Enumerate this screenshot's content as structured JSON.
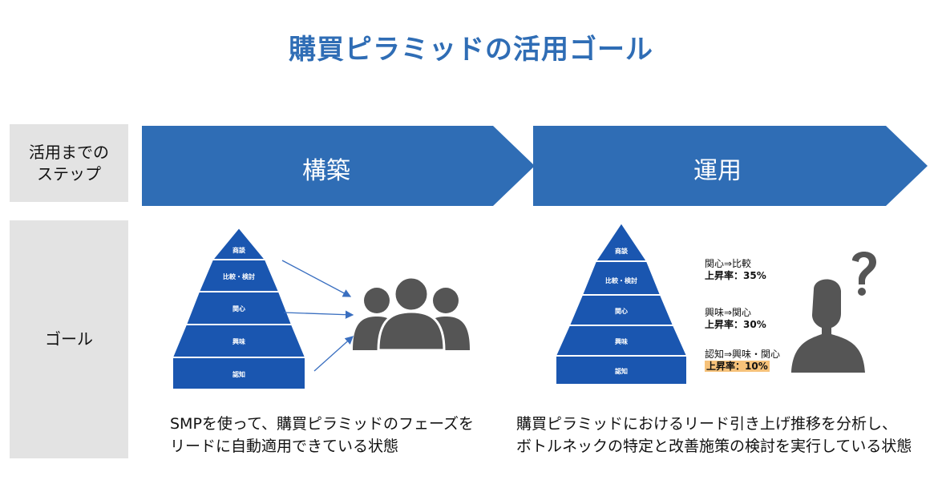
{
  "title": "購買ピラミッドの活用ゴール",
  "rows": {
    "steps_label_line1": "活用までの",
    "steps_label_line2": "ステップ",
    "goal_label": "ゴール"
  },
  "steps": [
    {
      "label": "構築"
    },
    {
      "label": "運用"
    }
  ],
  "pyramid_levels": [
    "商談",
    "比較・検討",
    "関心",
    "興味",
    "認知"
  ],
  "goals": {
    "build_line1": "SMPを使って、購買ピラミッドのフェーズを",
    "build_line2": "リードに自動適用できている状態",
    "operate_line1": "購買ピラミッドにおけるリード引き上げ推移を分析し、",
    "operate_line2": "ボトルネックの特定と改善施策の検討を実行している状態"
  },
  "conversions": [
    {
      "stage": "関心⇒比較",
      "rate": "上昇率：35%"
    },
    {
      "stage": "興味⇒関心",
      "rate": "上昇率：30%"
    },
    {
      "stage": "認知⇒興味・関心",
      "rate": "上昇率：10%"
    }
  ],
  "colors": {
    "accent": "#2f6db5",
    "pyramid": "#1a56b0",
    "icon": "#555555",
    "highlight": "#f6c27a",
    "label_bg": "#e3e3e3"
  }
}
